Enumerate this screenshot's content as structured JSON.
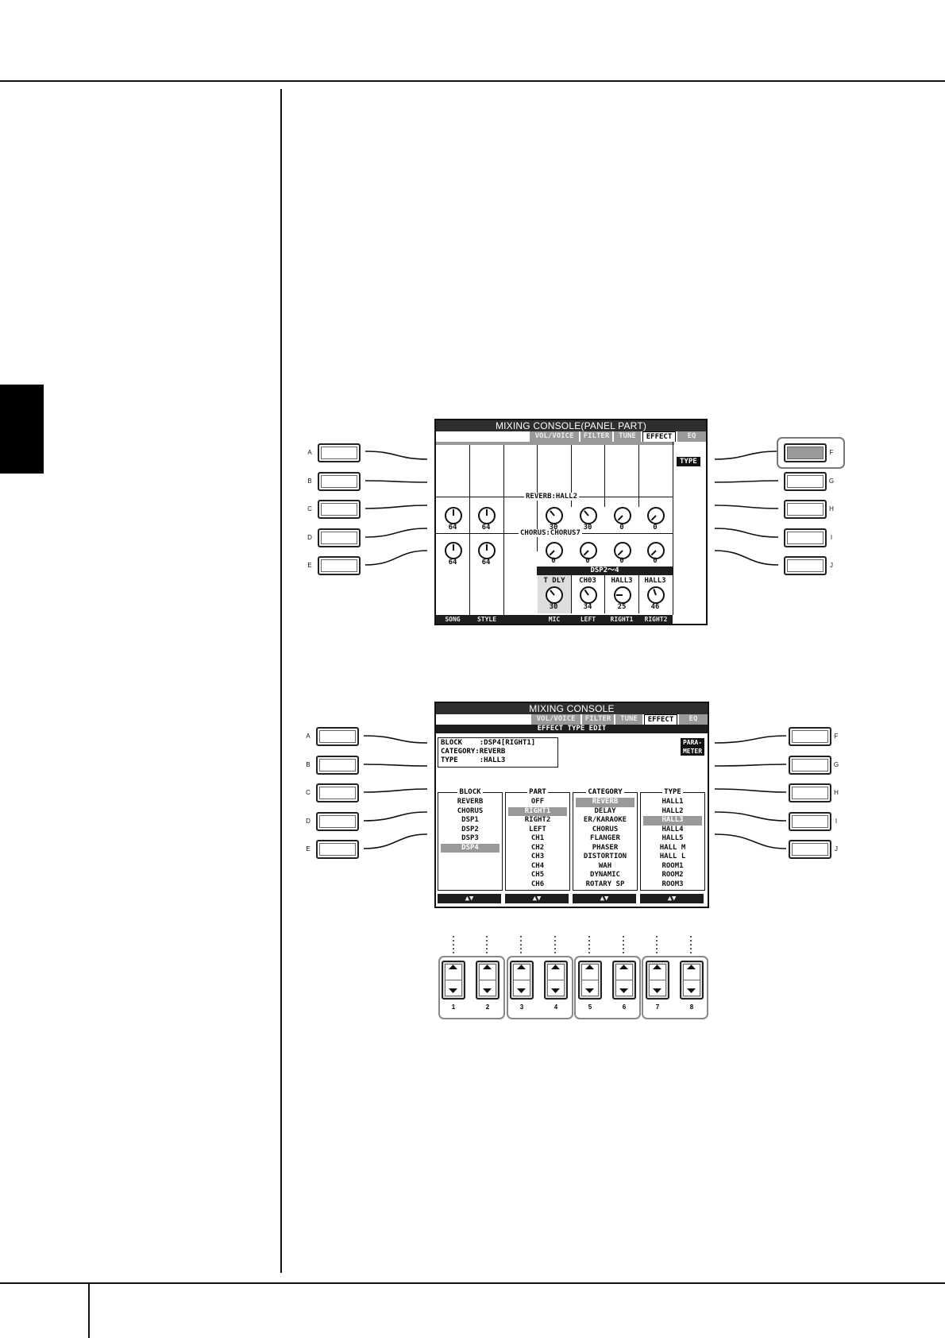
{
  "left_buttons": [
    "A",
    "B",
    "C",
    "D",
    "E"
  ],
  "right_buttons": [
    "F",
    "G",
    "H",
    "I",
    "J"
  ],
  "screen1": {
    "title": "MIXING CONSOLE(PANEL PART)",
    "tabs": [
      "VOL/VOICE",
      "FILTER",
      "TUNE",
      "EFFECT",
      "EQ"
    ],
    "active_tab": "EFFECT",
    "type_button": "TYPE",
    "reverb_label": "REVERB:HALL2",
    "chorus_label": "CHORUS:CHORUS7",
    "dsp_label": "DSP2～4",
    "reverb_values": [
      "64",
      "64",
      "30",
      "30",
      "0",
      "0"
    ],
    "chorus_values": [
      "64",
      "64",
      "0",
      "0",
      "0",
      "0"
    ],
    "dsp_types": [
      "T DLY",
      "CH03",
      "HALL3",
      "HALL3"
    ],
    "dsp_values": [
      "30",
      "34",
      "25",
      "46"
    ],
    "footer": [
      "SONG",
      "STYLE",
      "",
      "MIC",
      "LEFT",
      "RIGHT1",
      "RIGHT2"
    ]
  },
  "screen2": {
    "title": "MIXING CONSOLE",
    "tabs": [
      "VOL/VOICE",
      "FILTER",
      "TUNE",
      "EFFECT",
      "EQ"
    ],
    "active_tab": "EFFECT",
    "subtitle": "EFFECT TYPE EDIT",
    "info": {
      "block": "BLOCK    :DSP4[RIGHT1]",
      "category": "CATEGORY:REVERB",
      "type": "TYPE     :HALL3"
    },
    "parameter_button": [
      "PARA-",
      "METER"
    ],
    "lists": [
      {
        "heading": "BLOCK",
        "items": [
          "REVERB",
          "CHORUS",
          "DSP1",
          "DSP2",
          "DSP3",
          "DSP4"
        ],
        "selected": 5
      },
      {
        "heading": "PART",
        "items": [
          "OFF",
          "RIGHT1",
          "RIGHT2",
          "LEFT",
          "CH1",
          "CH2",
          "CH3",
          "CH4",
          "CH5",
          "CH6"
        ],
        "selected": 1
      },
      {
        "heading": "CATEGORY",
        "items": [
          "REVERB",
          "DELAY",
          "ER/KARAOKE",
          "CHORUS",
          "FLANGER",
          "PHASER",
          "DISTORTION",
          "WAH",
          "DYNAMIC",
          "ROTARY SP"
        ],
        "selected": 0
      },
      {
        "heading": "TYPE",
        "items": [
          "HALL1",
          "HALL2",
          "HALL3",
          "HALL4",
          "HALL5",
          "HALL M",
          "HALL L",
          "ROOM1",
          "ROOM2",
          "ROOM3"
        ],
        "selected": 2
      }
    ],
    "scroll_arrows": "▲▼"
  },
  "updown_buttons": [
    "1",
    "2",
    "3",
    "4",
    "5",
    "6",
    "7",
    "8"
  ]
}
